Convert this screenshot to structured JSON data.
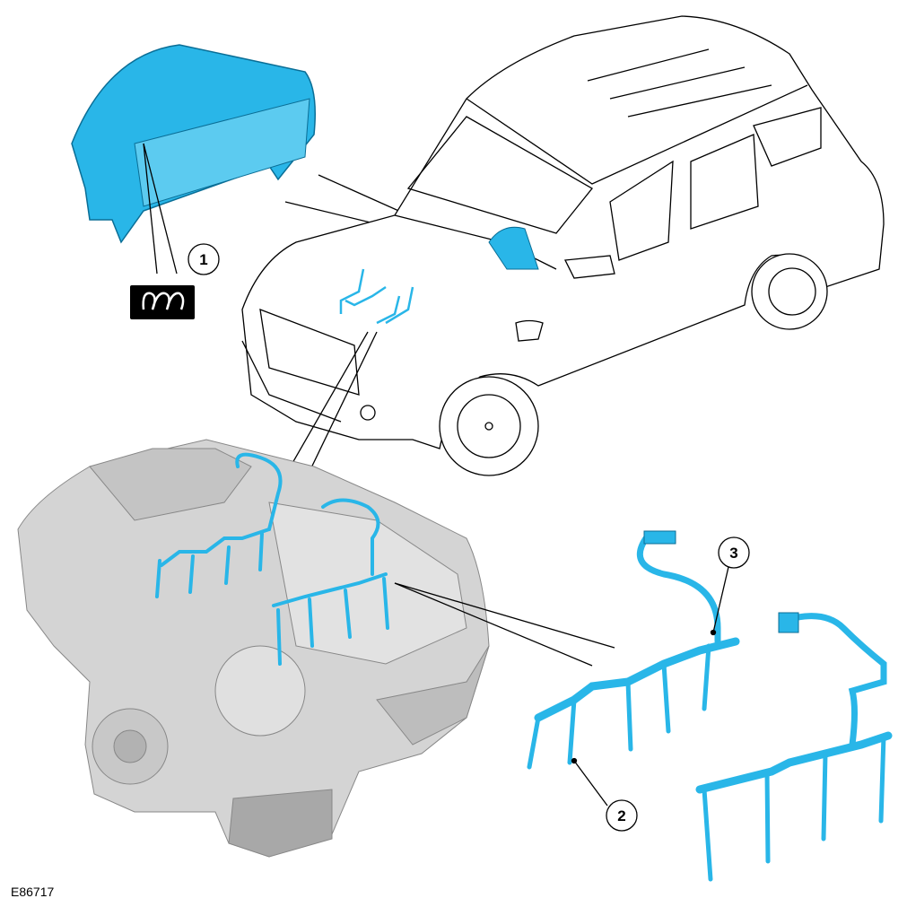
{
  "figure_id": "E86717",
  "callouts": [
    {
      "label": "1",
      "part": "instrument-cluster"
    },
    {
      "label": "2",
      "part": "glow-plug-left-bank"
    },
    {
      "label": "3",
      "part": "glow-plug-harness"
    }
  ],
  "symbol": {
    "name": "glow-plug-warning-symbol"
  },
  "colors": {
    "part_highlight": "#29b6e8",
    "engine_grey": "#d4d4d4",
    "outline": "#000000"
  }
}
